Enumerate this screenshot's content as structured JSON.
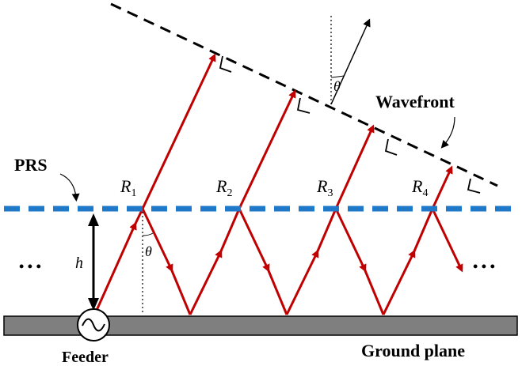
{
  "labels": {
    "prs": "PRS",
    "wavefront": "Wavefront",
    "feeder": "Feeder",
    "ground_plane": "Ground plane",
    "h": "h",
    "theta": "θ",
    "ellipsis": "• • •"
  },
  "rays": [
    {
      "letter": "R",
      "sub": "1"
    },
    {
      "letter": "R",
      "sub": "2"
    },
    {
      "letter": "R",
      "sub": "3"
    },
    {
      "letter": "R",
      "sub": "4"
    }
  ],
  "colors": {
    "ray": "#c00000",
    "prs": "#1f78c8",
    "ground": "#7f7f7f",
    "wavefront": "#000000"
  },
  "icons": {
    "feeder": "sine-source-icon"
  }
}
